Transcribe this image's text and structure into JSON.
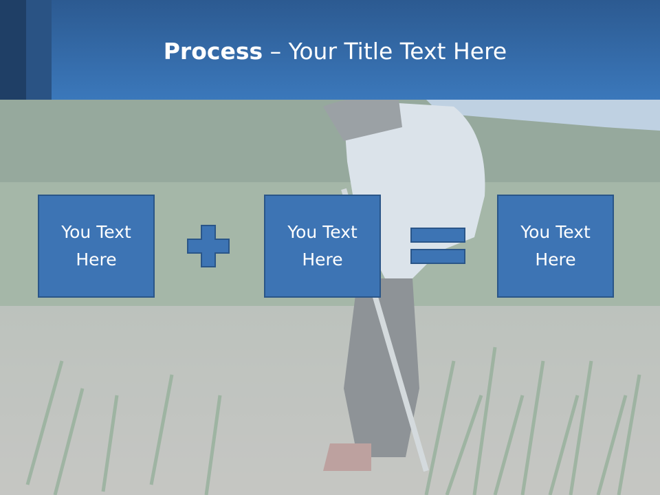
{
  "slide": {
    "title_bold": "Process",
    "title_rest": " – Your Title Text Here"
  },
  "boxes": [
    {
      "line1": "You Text",
      "line2": "Here"
    },
    {
      "line1": "You Text",
      "line2": "Here"
    },
    {
      "line1": "You Text",
      "line2": "Here"
    }
  ],
  "icons": {
    "plus": "plus-icon",
    "equals": "equals-icon"
  },
  "colors": {
    "header": "#3b78bb",
    "box_fill": "#3d74b4",
    "box_border": "#2a5588",
    "text": "#ffffff"
  }
}
